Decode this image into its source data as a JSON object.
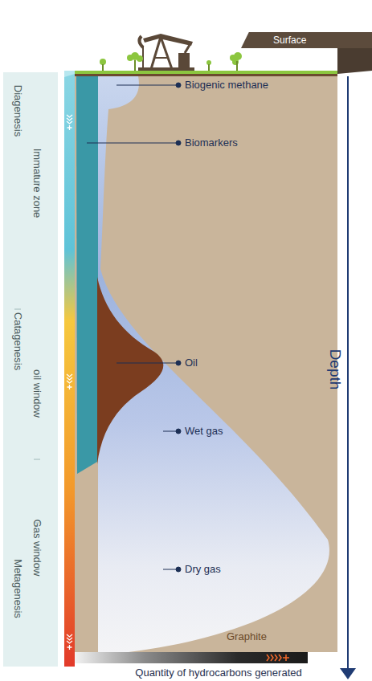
{
  "diagram": {
    "nodes": [
      {
        "text": [
          "Surface"
        ]
      }
    ],
    "labels": [
      "Diagenesis",
      "Immature zone",
      "Catagenesis",
      "oil window",
      "Gas window",
      "Metagenesis",
      "Biogenic methane",
      "Biomarkers",
      "Oil",
      "Wet gas",
      "Dry gas",
      "Graphite",
      "Depth",
      "Quantity of hydrocarbons generated"
    ]
  }
}
